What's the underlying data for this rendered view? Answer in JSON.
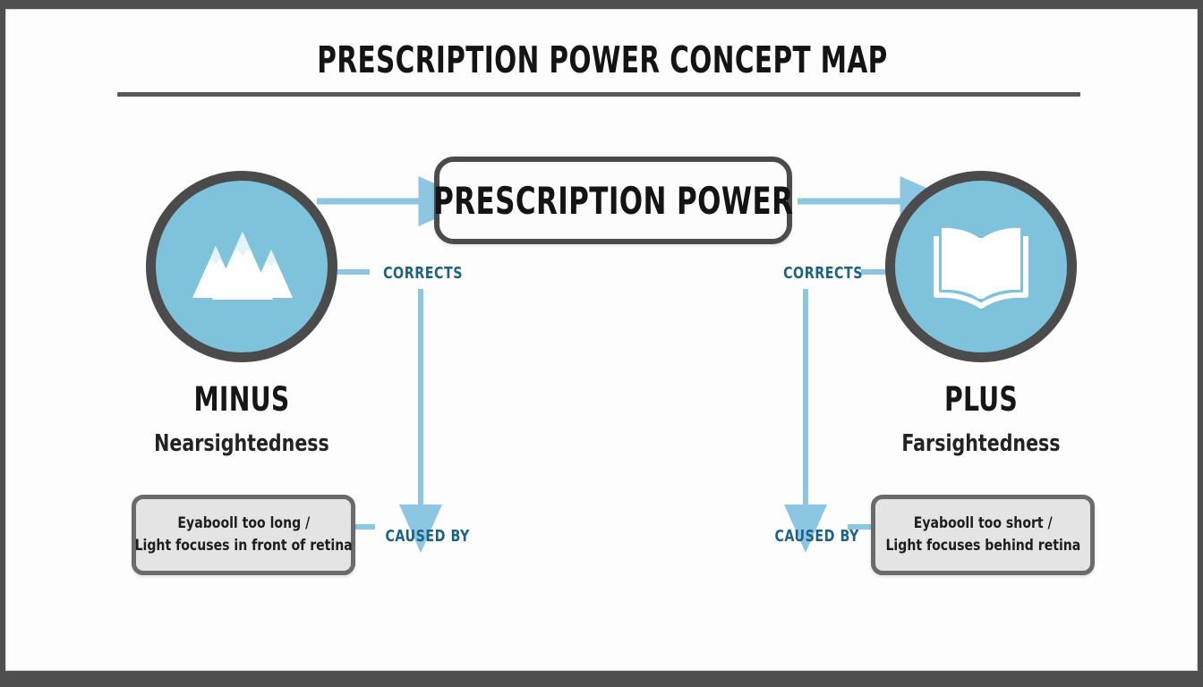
{
  "slide": {
    "title": "PRESCRIPTION POWER CONCEPT MAP",
    "background_color": "#fdfdfd",
    "frame_color": "#4f4f4f",
    "accent_blue": "#7fc2dc",
    "label_blue": "#1c6385",
    "outline_gray": "#4b4b4b",
    "box_gray": "#e4e4e4"
  },
  "center_node": {
    "label": "PRESCRIPTION POWER"
  },
  "nodes": [
    {
      "id": "minus",
      "icon": "mountain-icon",
      "title": "MINUS",
      "subtitle": "Nearsightedness",
      "detail_line1": "Eyabooll too long /",
      "detail_line2": "Light focuses in front of retina",
      "corrects_label": "CORRECTS",
      "caused_by_label": "CAUSED BY"
    },
    {
      "id": "plus",
      "icon": "open-book-icon",
      "title": "PLUS",
      "subtitle": "Farsightedness",
      "detail_line1": "Eyabooll too short /",
      "detail_line2": "Light focuses behind retina",
      "corrects_label": "CORRECTS",
      "caused_by_label": "CAUSED BY"
    }
  ]
}
